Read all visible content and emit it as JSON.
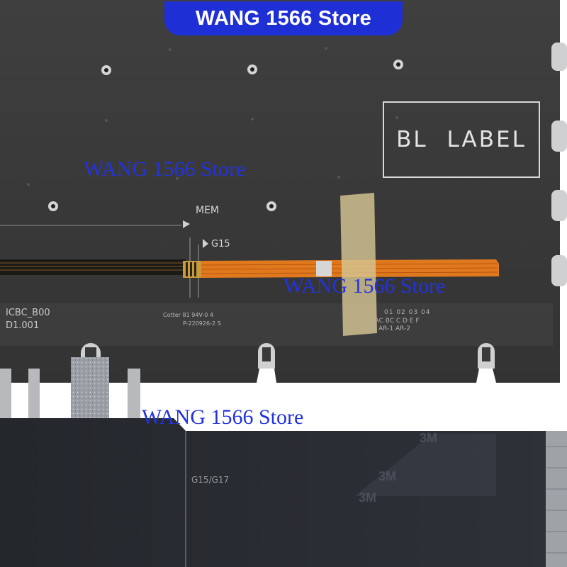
{
  "banner": {
    "text": "WANG 1566 Store",
    "color": "#1f2fd6"
  },
  "watermarks": [
    "WANG 1566 Store",
    "WANG 1566 Store",
    "WANG 1566 Store"
  ],
  "watermark_color": "#2233dd",
  "board": {
    "bl_label": "BL LABEL",
    "connector_labels": {
      "mem": "MEM",
      "g15": "G15"
    },
    "left_codes": {
      "line1": "ICBC_B00",
      "line2": "D1.001"
    },
    "printed_codes": {
      "line1": "Cotter 81 94V-0 4",
      "line2": "P-220926-2 S",
      "line3": "01 02 03 04",
      "line4": "5 AC BC C D E F",
      "line5": "th AR-1 AR-2"
    },
    "model_label": "G15/G17",
    "tape_marks": [
      "3M",
      "3M",
      "3M"
    ]
  },
  "colors": {
    "board": "#3c3c3c",
    "lower_panel": "#2a2d33",
    "flex_cable": "#e0781e",
    "kapton_tape": "#d6c592"
  }
}
